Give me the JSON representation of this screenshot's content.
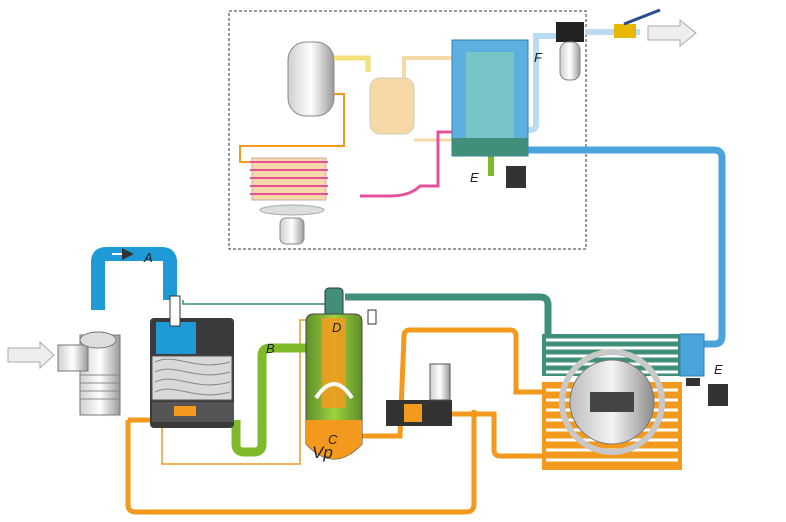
{
  "labels": {
    "a": "A",
    "b": "B",
    "c": "C",
    "d": "D",
    "e_top": "E",
    "e_right": "E",
    "f": "F",
    "vp": "Vp"
  },
  "colors": {
    "air_intake": "#1e9bd7",
    "oil": "#f39a1e",
    "oil_cooled": "#7fba2a",
    "compressed_air": "#3f8f7a",
    "dried_air": "#4ba3dc",
    "refrigerant_liquid": "#f5e17a",
    "refrigerant_hot": "#e8509b",
    "refrigerant_gas": "#f6d9a6"
  }
}
